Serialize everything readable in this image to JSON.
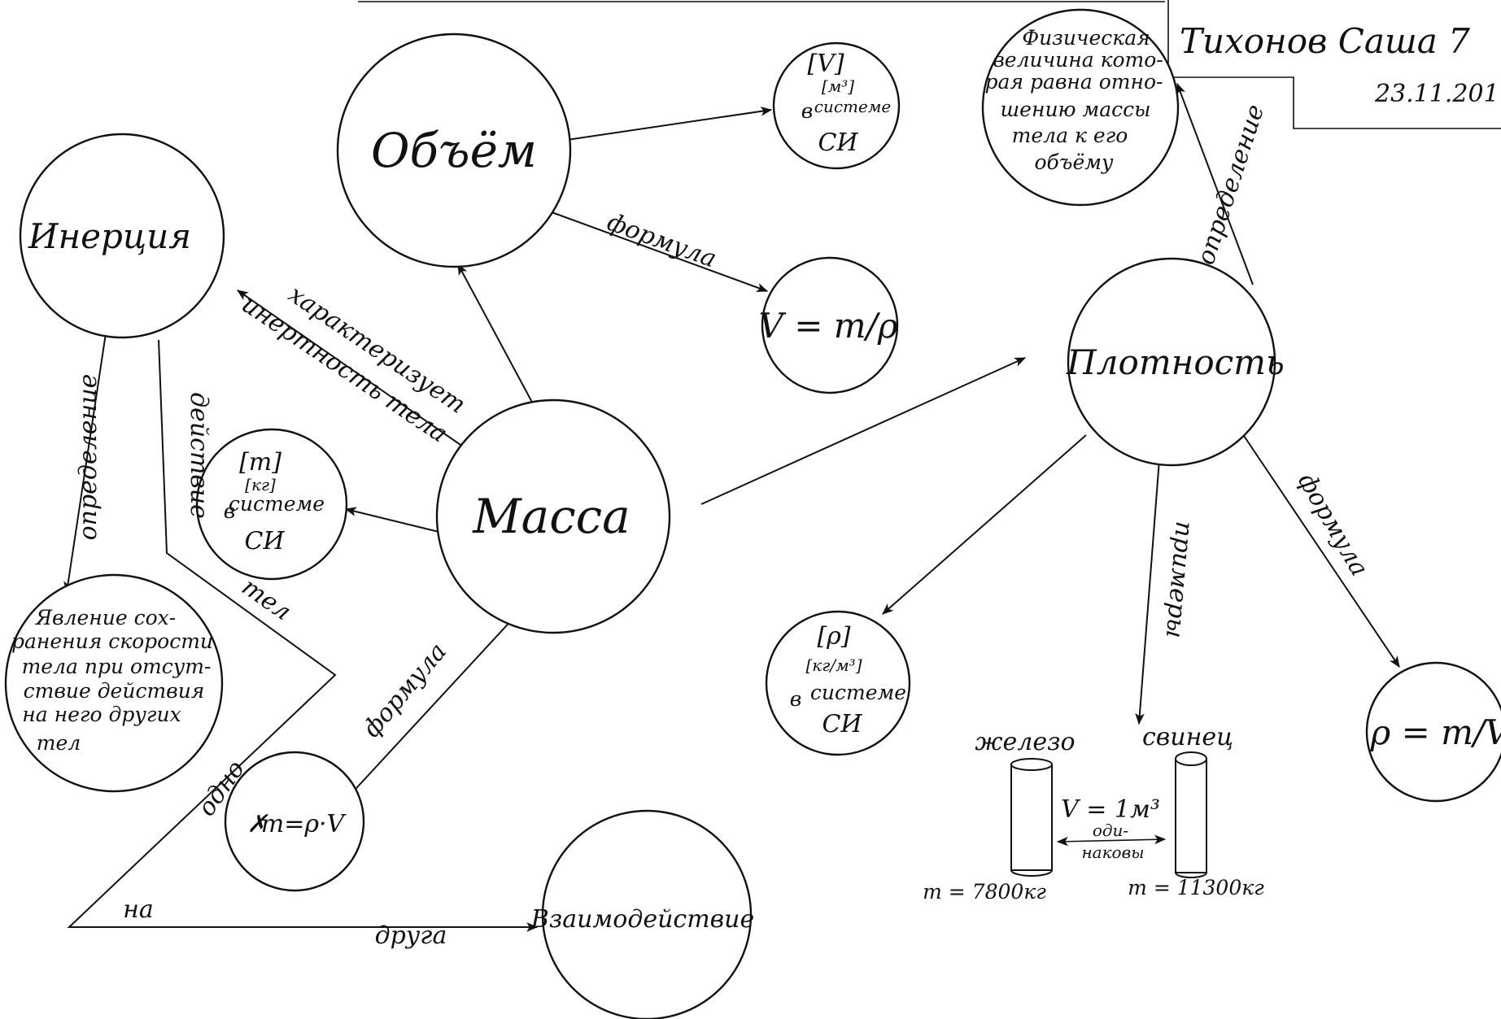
{
  "header": {
    "author": "Тихонов Саша 7",
    "date": "23.11.201"
  },
  "nodes": {
    "volume": "Объём",
    "inertia": "Инерция",
    "mass": "Масса",
    "density": "Плотность",
    "interaction": "Взаимодействие",
    "volume_units": [
      "[V]",
      "[м³]",
      "в",
      "системе",
      "СИ"
    ],
    "mass_units": [
      "[m]",
      "[кг]",
      "в",
      "системе",
      "СИ"
    ],
    "density_units": [
      "[ρ]",
      "[кг/м³]",
      "в",
      "системе",
      "СИ"
    ],
    "volume_formula": "V = m/ρ",
    "mass_formula": "m=ρ·V",
    "density_formula": "ρ = m/V",
    "density_definition": [
      "Физическая",
      "величина кото-",
      "рая равна отно-",
      "шению массы",
      "тела к его",
      "объёму"
    ],
    "inertia_definition": [
      "Явление сох-",
      "ранения скорости",
      "тела при отсут-",
      "ствие действия",
      "на него других",
      "тел"
    ]
  },
  "edges": {
    "formula_volume": "формула",
    "characterizes": "характеризует",
    "inertness": "инертность тела",
    "inertia_definition": "определение",
    "action": "действие",
    "bodies": "тел",
    "one": "одно",
    "on": "на",
    "other": "друга",
    "formula_mass": "формула",
    "density_definition": "определение",
    "examples": "примеры",
    "formula_density": "формула"
  },
  "example": {
    "iron": "железо",
    "lead": "свинец",
    "volume": "V = 1м³",
    "same": "оди-",
    "same2": "наковы",
    "iron_mass": "m = 7800кг",
    "lead_mass": "m = 11300кг"
  }
}
